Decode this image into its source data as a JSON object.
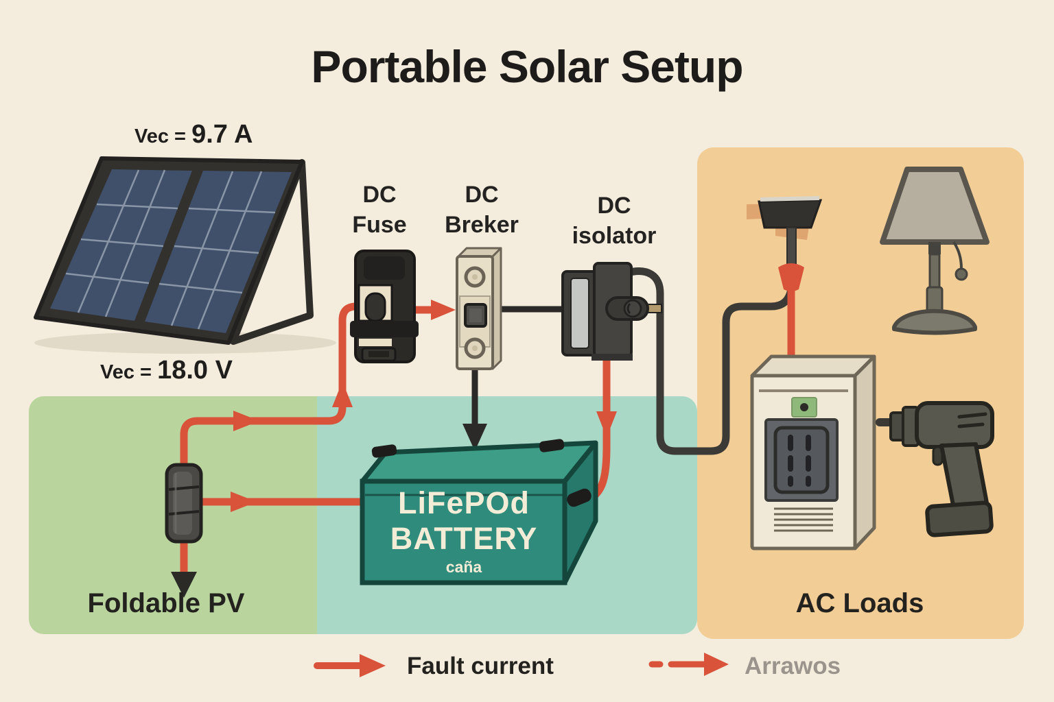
{
  "title": "Portable Solar Setup",
  "pv": {
    "current_label": "Vec =",
    "current_value": "9.7 A",
    "voltage_label": "Vec =",
    "voltage_value": "18.0 V",
    "zone_label": "Foldable PV"
  },
  "protection": {
    "fuse": {
      "line1": "DC",
      "line2": "Fuse"
    },
    "breaker": {
      "line1": "DC",
      "line2": "Breker"
    },
    "isolator": {
      "line1": "DC",
      "line2": "isolator"
    }
  },
  "battery": {
    "line1": "LiFePOd",
    "line2": "BATTERY",
    "line3": "caña"
  },
  "ac": {
    "zone_label": "AC Loads"
  },
  "legend": {
    "solid_label": "Fault current",
    "dashed_label": "Arrawos"
  },
  "colors": {
    "background": "#f4edde",
    "pv_zone": "#b9d59d",
    "battery_zone": "#a9d8c7",
    "ac_zone": "#f3cd96",
    "fault_red": "#d9523a",
    "wire_black": "#3a3a37",
    "battery_green": "#2f8b7b",
    "text_dark": "#1f1e1c",
    "legend_gray": "#9b948c"
  }
}
